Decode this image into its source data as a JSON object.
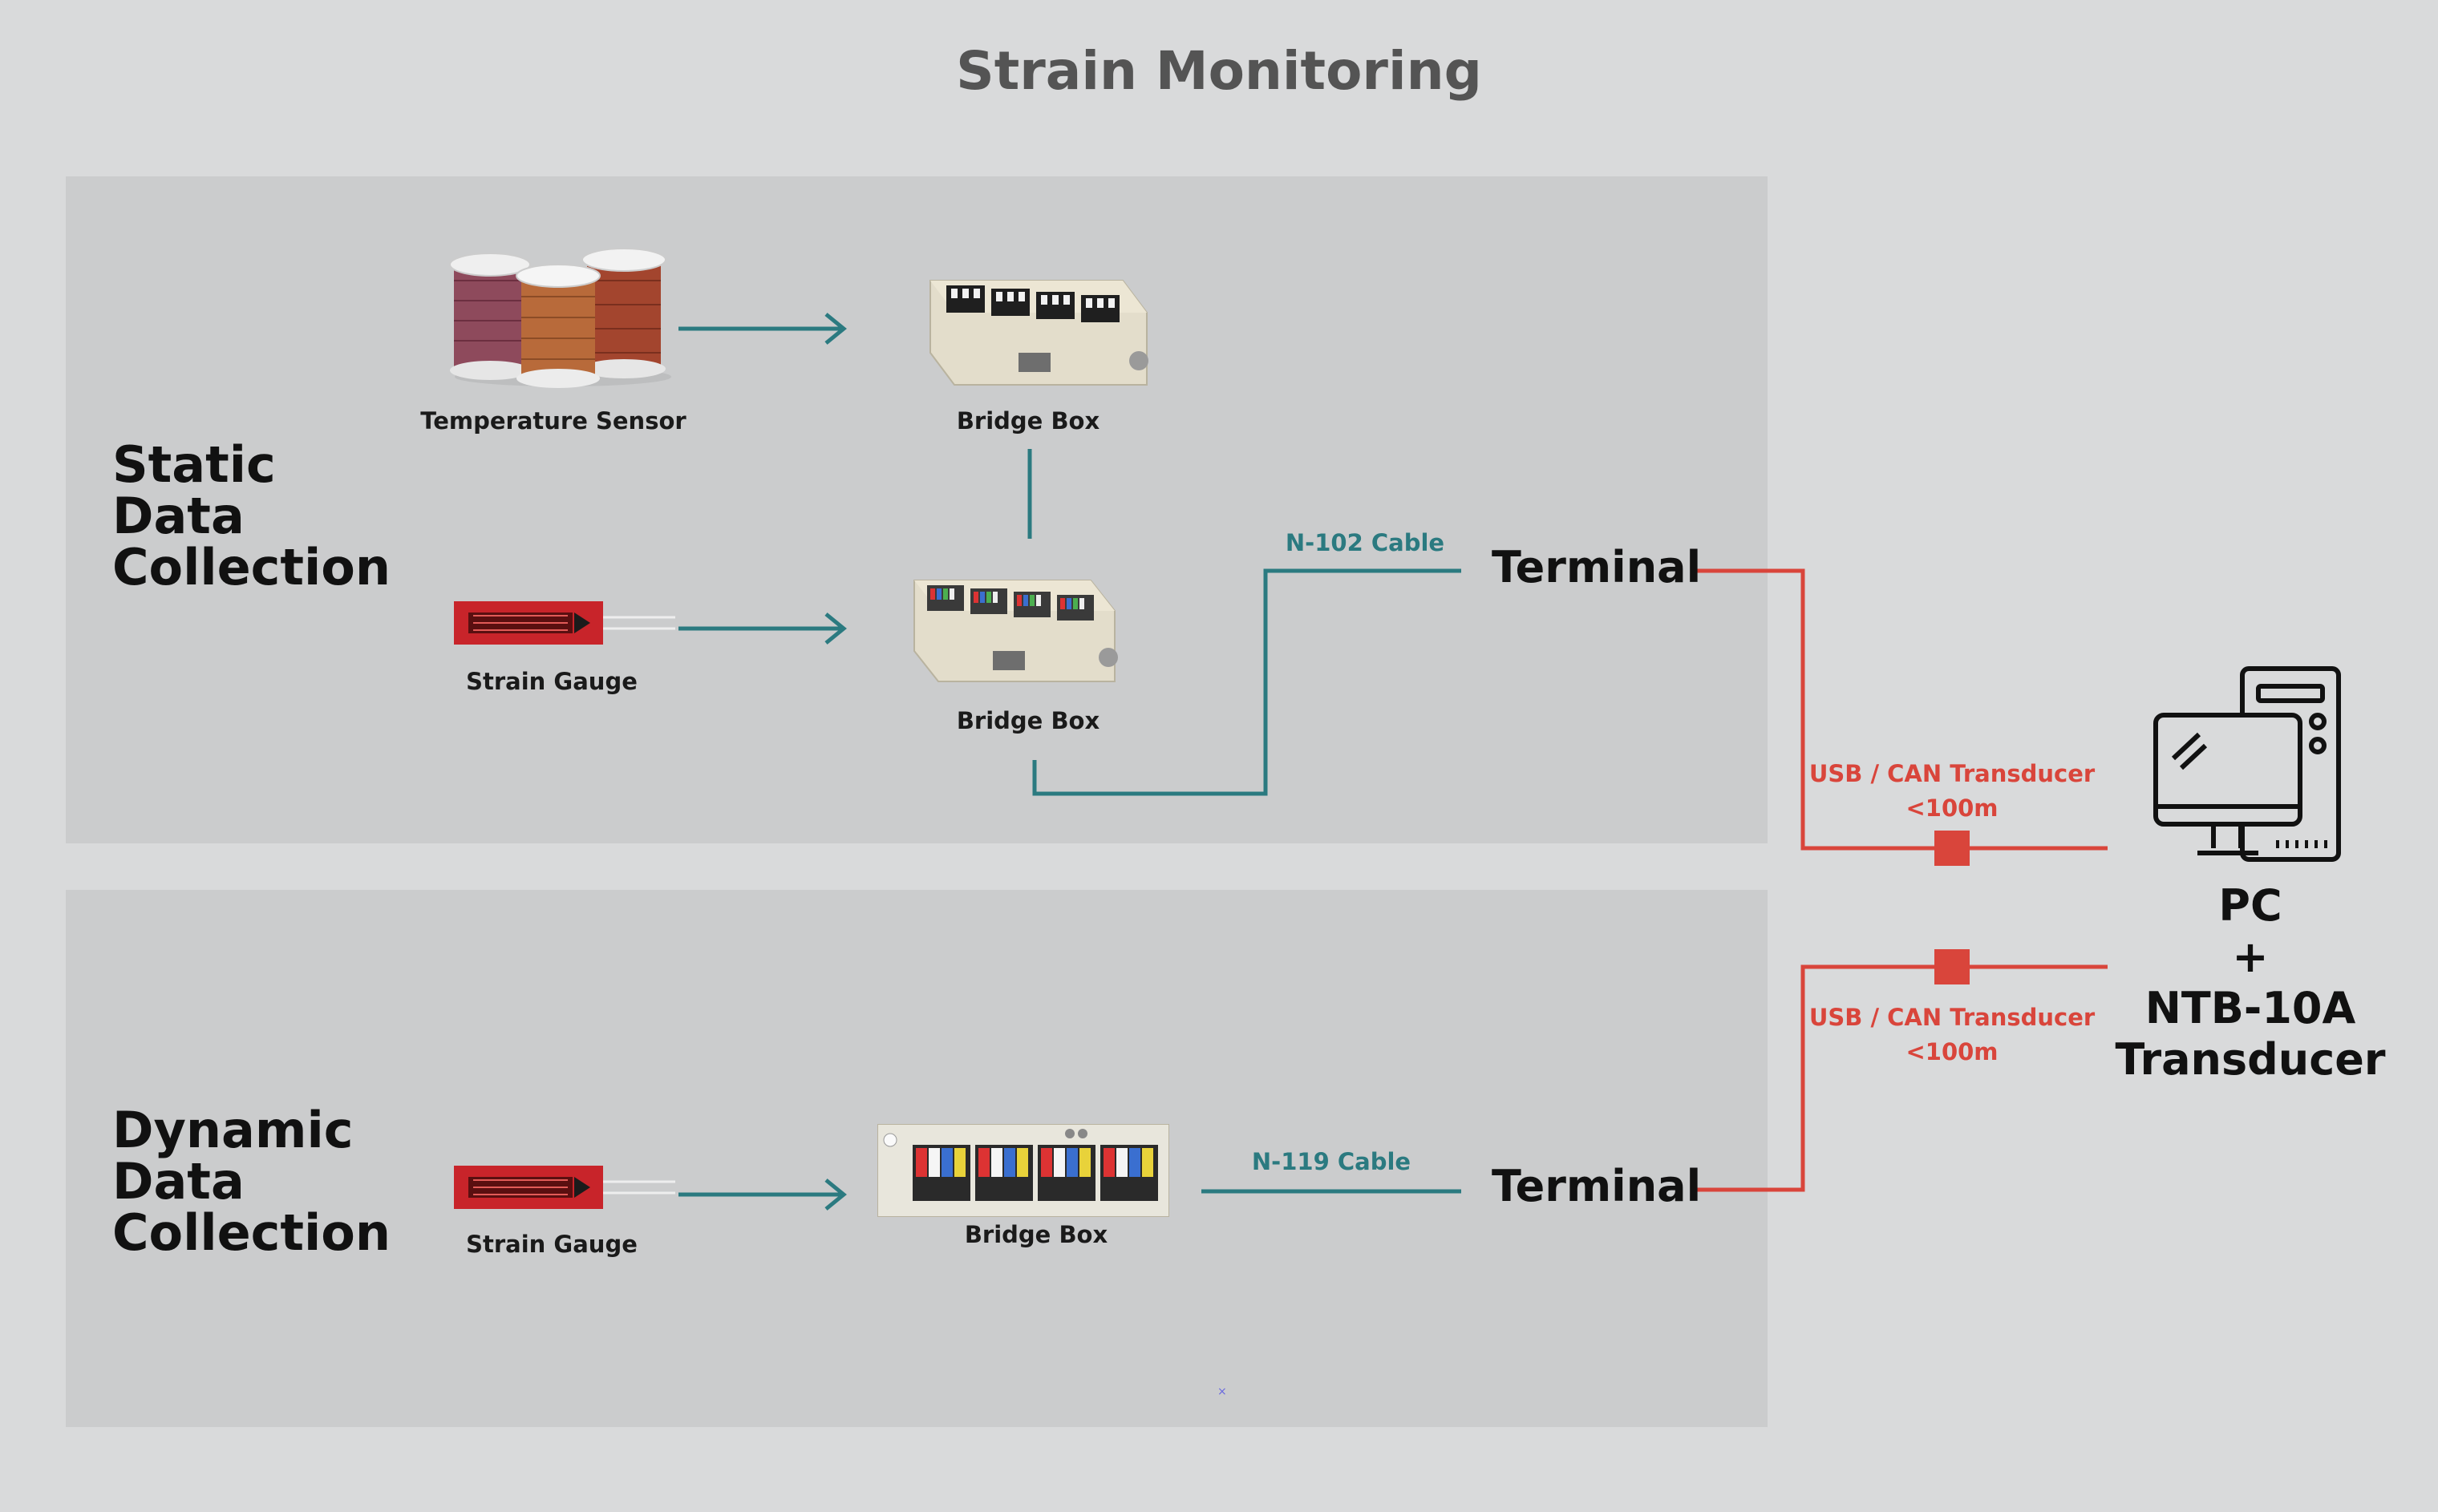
{
  "title": "Strain Monitoring",
  "static_section": {
    "label_lines": [
      "Static",
      "Data",
      "Collection"
    ],
    "temperature_sensor": "Temperature Sensor",
    "strain_gauge": "Strain Gauge",
    "bridge_box_top": "Bridge Box",
    "bridge_box_bottom": "Bridge Box",
    "cable": "N-102 Cable",
    "terminal": "Terminal"
  },
  "dynamic_section": {
    "label_lines": [
      "Dynamic",
      "Data",
      "Collection"
    ],
    "strain_gauge": "Strain Gauge",
    "bridge_box": "Bridge Box",
    "cable": "N-119 Cable",
    "terminal": "Terminal"
  },
  "links": {
    "upper_line1": "USB / CAN Transducer",
    "upper_line2": "<100m",
    "lower_line1": "USB / CAN Transducer",
    "lower_line2": "<100m"
  },
  "pc": {
    "lines": [
      "PC",
      "+",
      "NTB-10A",
      "Transducer"
    ]
  },
  "colors": {
    "teal": "#2b7a80",
    "red": "#d9453b",
    "background": "#d9dadb",
    "panel": "#cbcccd"
  }
}
